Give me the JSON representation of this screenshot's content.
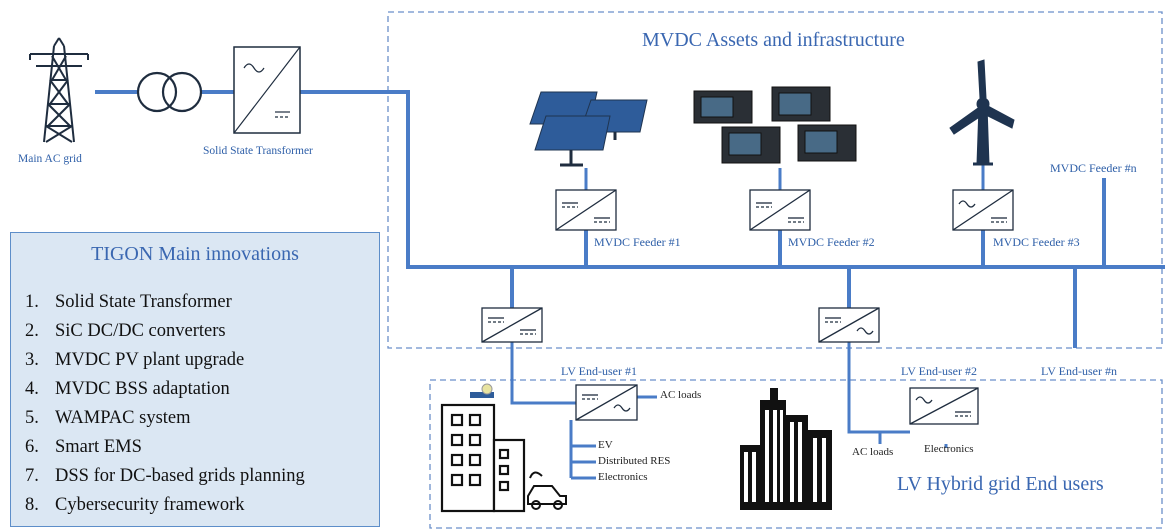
{
  "labels": {
    "main_ac_grid": "Main AC grid",
    "sst": "Solid State Transformer",
    "mvdc_region": "MVDC Assets and infrastructure",
    "feeder1": "MVDC Feeder #1",
    "feeder2": "MVDC Feeder #2",
    "feeder3": "MVDC Feeder #3",
    "feedern": "MVDC Feeder #n",
    "lv1": "LV End-user #1",
    "lv2": "LV End-user #2",
    "lvn": "LV End-user #n",
    "ac_loads_1": "AC loads",
    "ev": "EV",
    "distributed_res": "Distributed RES",
    "electronics_1": "Electronics",
    "ac_loads_2": "AC loads",
    "electronics_2": "Electronics",
    "lv_region": "LV Hybrid grid End users"
  },
  "innovations": {
    "title": "TIGON Main innovations",
    "items": [
      {
        "num": "1.",
        "text": "Solid State Transformer"
      },
      {
        "num": "2.",
        "text": "SiC DC/DC converters"
      },
      {
        "num": "3.",
        "text": "MVDC PV plant upgrade"
      },
      {
        "num": "4.",
        "text": "MVDC BSS adaptation"
      },
      {
        "num": "5.",
        "text": "WAMPAC system"
      },
      {
        "num": "6.",
        "text": "Smart EMS"
      },
      {
        "num": "7.",
        "text": "DSS for DC-based grids planning"
      },
      {
        "num": "8.",
        "text": "Cybersecurity framework"
      }
    ]
  },
  "colors": {
    "line": "#4a7cc7",
    "dashed_border": "#6b8fc9",
    "box_fill": "#dbe7f3",
    "title_text": "#3a67b1",
    "icon_dark": "#1f3450"
  },
  "icons": [
    "transmission-tower-icon",
    "transformer-icon",
    "converter-icon",
    "solar-panel-icon",
    "battery-storage-icon",
    "wind-turbine-icon",
    "smart-building-icon",
    "city-buildings-icon",
    "electric-car-icon"
  ]
}
